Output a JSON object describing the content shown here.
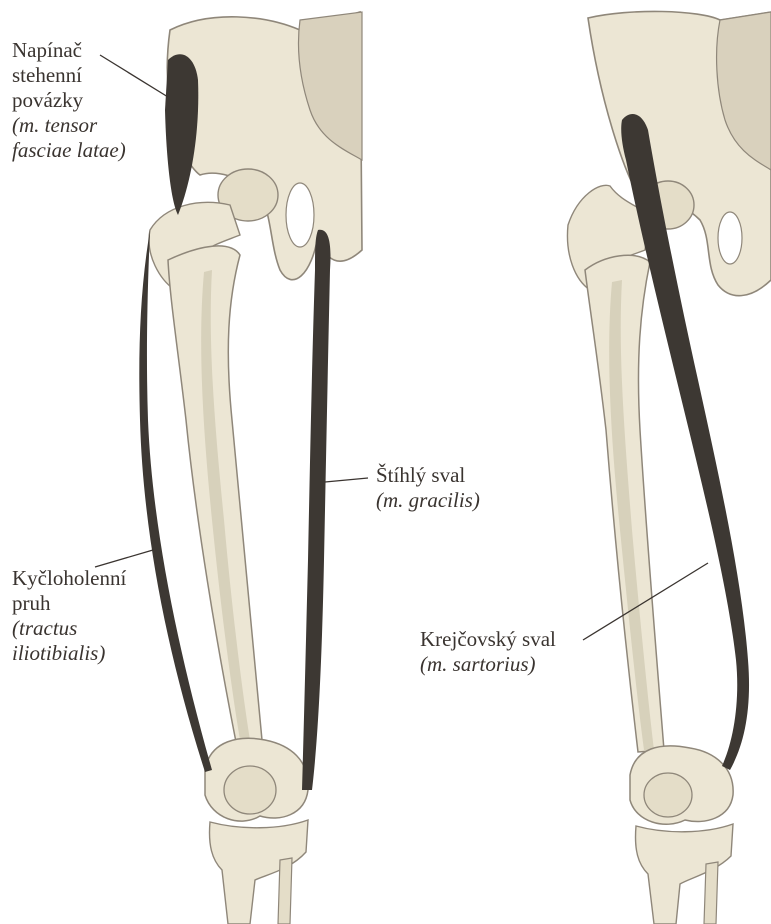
{
  "labels": {
    "tensor": {
      "name_lines": [
        "Napínač",
        "stehenní",
        "povázky"
      ],
      "latin_lines": [
        "(m. tensor",
        "fasciae latae)"
      ]
    },
    "gracilis": {
      "name_lines": [
        "Štíhlý sval"
      ],
      "latin_lines": [
        "(m. gracilis)"
      ]
    },
    "iliotibial": {
      "name_lines": [
        "Kyčloholenní",
        "pruh"
      ],
      "latin_lines": [
        "(tractus",
        "iliotibialis)"
      ]
    },
    "sartorius": {
      "name_lines": [
        "Krejčovský sval"
      ],
      "latin_lines": [
        "(m. sartorius)"
      ]
    }
  },
  "colors": {
    "page_bg": "#ffffff",
    "bone_fill": "#ece6d4",
    "bone_shade": "#cfc7b1",
    "bone_edge": "#8f877a",
    "muscle": "#3d3833",
    "leader": "#3a3430"
  }
}
